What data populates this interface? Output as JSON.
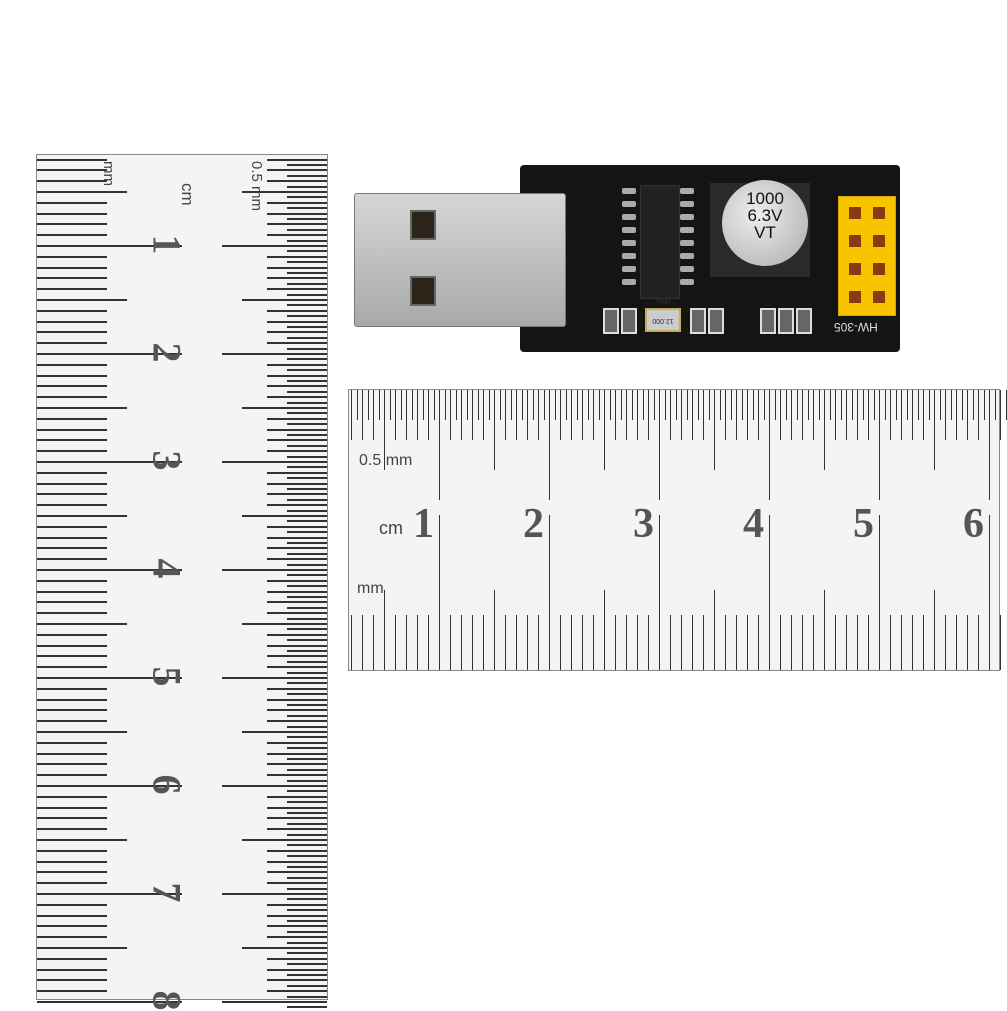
{
  "scene": {
    "description": "USB to ESP8266 ESP-01 adapter board photographed next to two metric rulers",
    "background_color": "#ffffff"
  },
  "board": {
    "model_label": "HW-305",
    "capacitor": {
      "line1": "1000",
      "line2": "6.3V",
      "line3": "VT"
    },
    "crystal_label": "12.000 MHz",
    "header_color": "#f7c400",
    "pcb_color": "#141414"
  },
  "vertical_ruler": {
    "unit_labels": {
      "left": "mm",
      "center": "cm",
      "right": "0.5 mm"
    },
    "numbers": [
      "1",
      "2",
      "3",
      "4",
      "5",
      "6",
      "7",
      "8"
    ]
  },
  "horizontal_ruler": {
    "unit_labels": {
      "top": "0.5 mm",
      "middle": "cm",
      "bottom": "mm"
    },
    "numbers": [
      "1",
      "2",
      "3",
      "4",
      "5",
      "6"
    ]
  }
}
